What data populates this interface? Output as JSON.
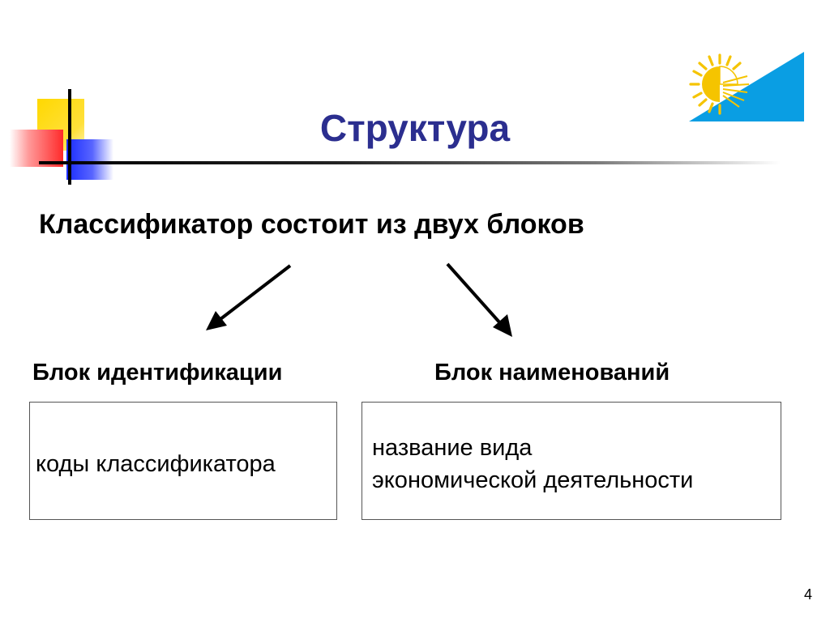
{
  "slide": {
    "title": "Структура",
    "subtitle": "Классификатор состоит из двух блоков",
    "left_block": {
      "label": "Блок идентификации",
      "content": "коды классификатора"
    },
    "right_block": {
      "label": "Блок наименований",
      "content_lines": [
        "название вида",
        "экономической деятельности"
      ]
    },
    "page_number": "4"
  },
  "colors": {
    "title": "#2b2e8f",
    "accent_yellow": "#ffd800",
    "accent_red": "#ff2a2a",
    "accent_blue": "#1a2cff",
    "logo_blue": "#0a9ee3"
  },
  "icons": {
    "logo": "sun-logo-icon"
  }
}
